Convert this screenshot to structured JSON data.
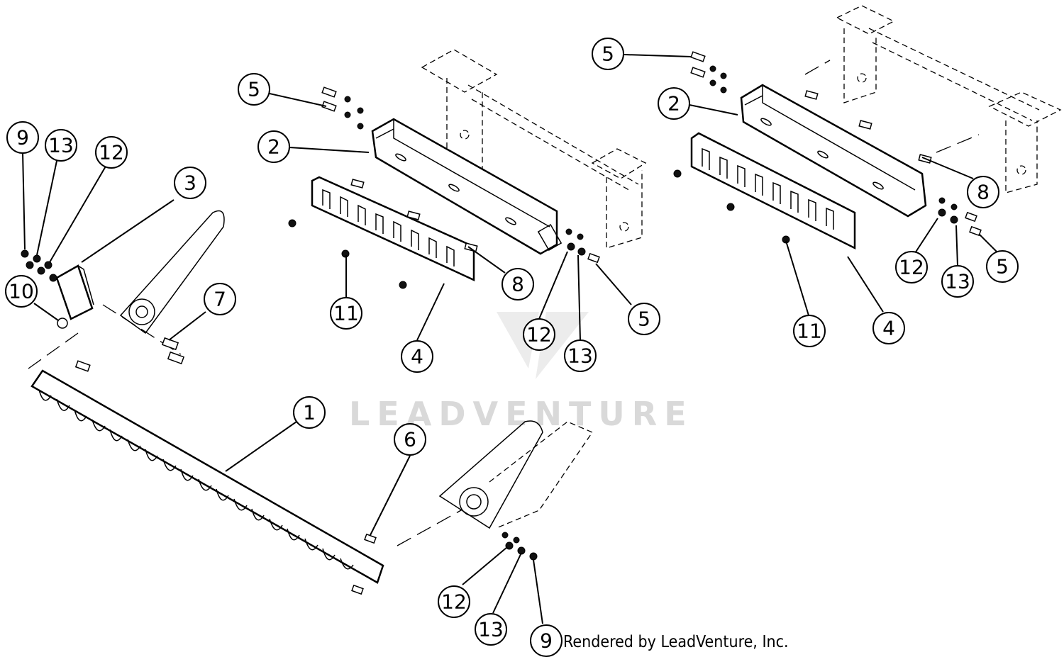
{
  "watermark": "LEADVENTURE",
  "credit": "Rendered by LeadVenture, Inc.",
  "callouts": {
    "c9a": "9",
    "c13a": "13",
    "c12a": "12",
    "c3": "3",
    "c10": "10",
    "c7": "7",
    "c5a": "5",
    "c2a": "2",
    "c11a": "11",
    "c4a": "4",
    "c8a": "8",
    "c12b": "12",
    "c13b": "13",
    "c5b": "5",
    "c5c": "5",
    "c2b": "2",
    "c8b": "8",
    "c12c": "12",
    "c13c": "13",
    "c5d": "5",
    "c11b": "11",
    "c4b": "4",
    "c1": "1",
    "c6": "6",
    "c12d": "12",
    "c13d": "13",
    "c9b": "9"
  }
}
